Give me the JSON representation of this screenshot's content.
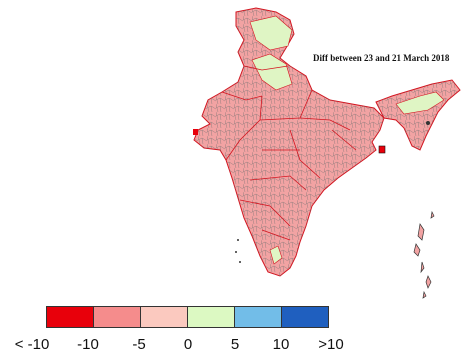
{
  "map": {
    "title": "Diff between 23 and 21 March 2018",
    "colors": {
      "region_fill": "#f2a3a3",
      "region_border": "#d3141f",
      "district_line": "#6e6e6e",
      "positive_fill": "#dff5c4",
      "highlight": "#e8000b"
    }
  },
  "legend": {
    "bins": [
      {
        "color": "#e8000b"
      },
      {
        "color": "#f58c8c"
      },
      {
        "color": "#fbc9bf"
      },
      {
        "color": "#dcf9c2"
      },
      {
        "color": "#72bde8"
      },
      {
        "color": "#1f5fbf"
      }
    ],
    "labels": [
      "< -10",
      "-10",
      "-5",
      "0",
      "5",
      "10",
      ">10"
    ]
  }
}
